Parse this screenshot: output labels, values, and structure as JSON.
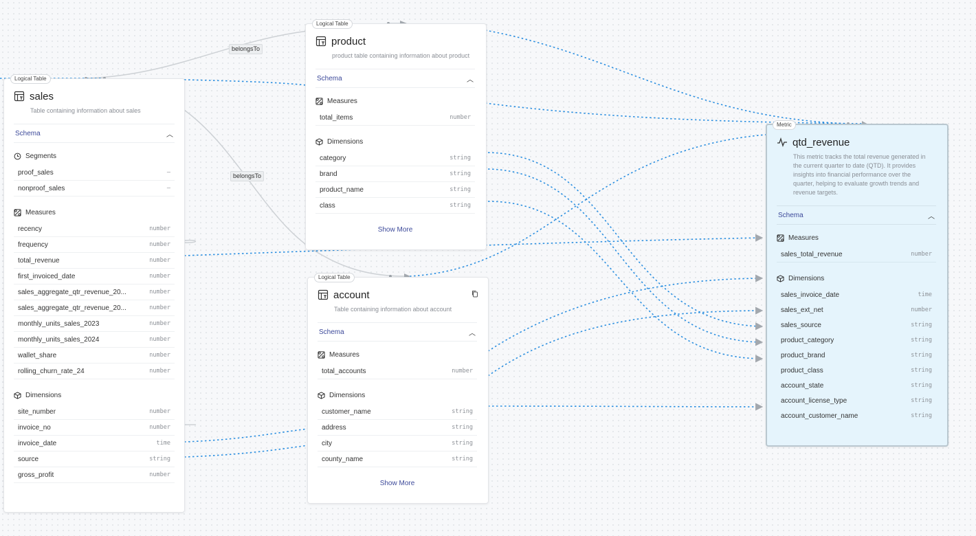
{
  "edge_labels": [
    "belongsTo",
    "belongsTo"
  ],
  "colors": {
    "dotted_edge": "#2b8fe0",
    "relation_edge": "#c9cdd2",
    "metric_bg": "#e5f4fc",
    "schema_text": "#3d4a9a"
  },
  "sales": {
    "tag": "Logical Table",
    "icon": "table-icon",
    "title": "sales",
    "desc": "Table containing information about sales",
    "schema": "Schema",
    "segments_label": "Segments",
    "segments": [
      {
        "name": "proof_sales",
        "type": "–"
      },
      {
        "name": "nonproof_sales",
        "type": "–"
      }
    ],
    "measures_label": "Measures",
    "measures": [
      {
        "name": "recency",
        "type": "number"
      },
      {
        "name": "frequency",
        "type": "number"
      },
      {
        "name": "total_revenue",
        "type": "number"
      },
      {
        "name": "first_invoiced_date",
        "type": "number"
      },
      {
        "name": "sales_aggregate_qtr_revenue_20...",
        "type": "number"
      },
      {
        "name": "sales_aggregate_qtr_revenue_20...",
        "type": "number"
      },
      {
        "name": "monthly_units_sales_2023",
        "type": "number"
      },
      {
        "name": "monthly_units_sales_2024",
        "type": "number"
      },
      {
        "name": "wallet_share",
        "type": "number"
      },
      {
        "name": "rolling_churn_rate_24",
        "type": "number"
      }
    ],
    "dimensions_label": "Dimensions",
    "dimensions": [
      {
        "name": "site_number",
        "type": "number"
      },
      {
        "name": "invoice_no",
        "type": "number"
      },
      {
        "name": "invoice_date",
        "type": "time"
      },
      {
        "name": "source",
        "type": "string"
      },
      {
        "name": "gross_profit",
        "type": "number"
      }
    ]
  },
  "product": {
    "tag": "Logical Table",
    "icon": "table-icon",
    "title": "product",
    "desc": "product table containing information about product",
    "schema": "Schema",
    "measures_label": "Measures",
    "measures": [
      {
        "name": "total_items",
        "type": "number"
      }
    ],
    "dimensions_label": "Dimensions",
    "dimensions": [
      {
        "name": "category",
        "type": "string"
      },
      {
        "name": "brand",
        "type": "string"
      },
      {
        "name": "product_name",
        "type": "string"
      },
      {
        "name": "class",
        "type": "string"
      }
    ],
    "show_more": "Show More"
  },
  "account": {
    "tag": "Logical Table",
    "icon": "table-icon",
    "title": "account",
    "desc": "Table containing information about account",
    "schema": "Schema",
    "measures_label": "Measures",
    "measures": [
      {
        "name": "total_accounts",
        "type": "number"
      }
    ],
    "dimensions_label": "Dimensions",
    "dimensions": [
      {
        "name": "customer_name",
        "type": "string"
      },
      {
        "name": "address",
        "type": "string"
      },
      {
        "name": "city",
        "type": "string"
      },
      {
        "name": "county_name",
        "type": "string"
      }
    ],
    "show_more": "Show More"
  },
  "metric": {
    "tag": "Metric",
    "icon": "pulse-icon",
    "title": "qtd_revenue",
    "desc": "This metric tracks the total revenue generated in the current quarter to date (QTD). It provides insights into financial performance over the quarter, helping to evaluate growth trends and revenue targets.",
    "schema": "Schema",
    "measures_label": "Measures",
    "measures": [
      {
        "name": "sales_total_revenue",
        "type": "number"
      }
    ],
    "dimensions_label": "Dimensions",
    "dimensions": [
      {
        "name": "sales_invoice_date",
        "type": "time"
      },
      {
        "name": "sales_ext_net",
        "type": "number"
      },
      {
        "name": "sales_source",
        "type": "string"
      },
      {
        "name": "product_category",
        "type": "string"
      },
      {
        "name": "product_brand",
        "type": "string"
      },
      {
        "name": "product_class",
        "type": "string"
      },
      {
        "name": "account_state",
        "type": "string"
      },
      {
        "name": "account_license_type",
        "type": "string"
      },
      {
        "name": "account_customer_name",
        "type": "string"
      }
    ]
  }
}
